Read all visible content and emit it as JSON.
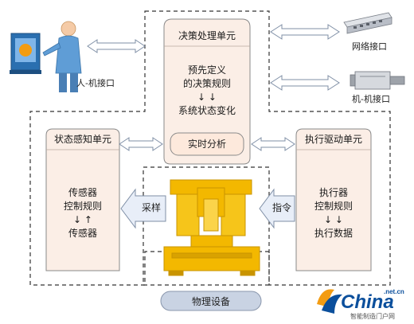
{
  "colors": {
    "unit_fill": "#fbeee6",
    "unit_stroke": "#8a8a8a",
    "dashed_border": "#333333",
    "arrow_fill": "#ffffff",
    "arrow_stroke": "#7f8fa6",
    "machine_yellow": "#f3b800",
    "machine_outline": "#c99400",
    "device_bar": "#c9d3e3",
    "brand_blue": "#0b4f9c",
    "brand_orange": "#f39c12"
  },
  "icons": {
    "human": "person-at-monitor-icon",
    "network": "network-switch-icon",
    "machine_interface": "cable-connector-icon",
    "device": "industrial-machine-icon"
  },
  "decision_unit": {
    "title": "决策处理单元",
    "lines": [
      "预先定义",
      "的决策规则",
      "↓ ↓",
      "系统状态变化"
    ],
    "realtime": "实时分析"
  },
  "sensing_unit": {
    "title": "状态感知单元",
    "lines": [
      "传感器",
      "控制规则",
      "↓ ↑",
      "传感器"
    ]
  },
  "execution_unit": {
    "title": "执行驱动单元",
    "lines": [
      "执行器",
      "控制规则",
      "↓ ↓",
      "执行数据"
    ]
  },
  "labels": {
    "human_interface": "人-机接口",
    "network_interface": "网络接口",
    "machine_interface": "机-机接口",
    "sampling": "采样",
    "command": "指令",
    "physical_device": "物理设备"
  },
  "watermark": {
    "brand": "China",
    "suffix": ".net.cn",
    "slogan": "智能制造门户网"
  }
}
